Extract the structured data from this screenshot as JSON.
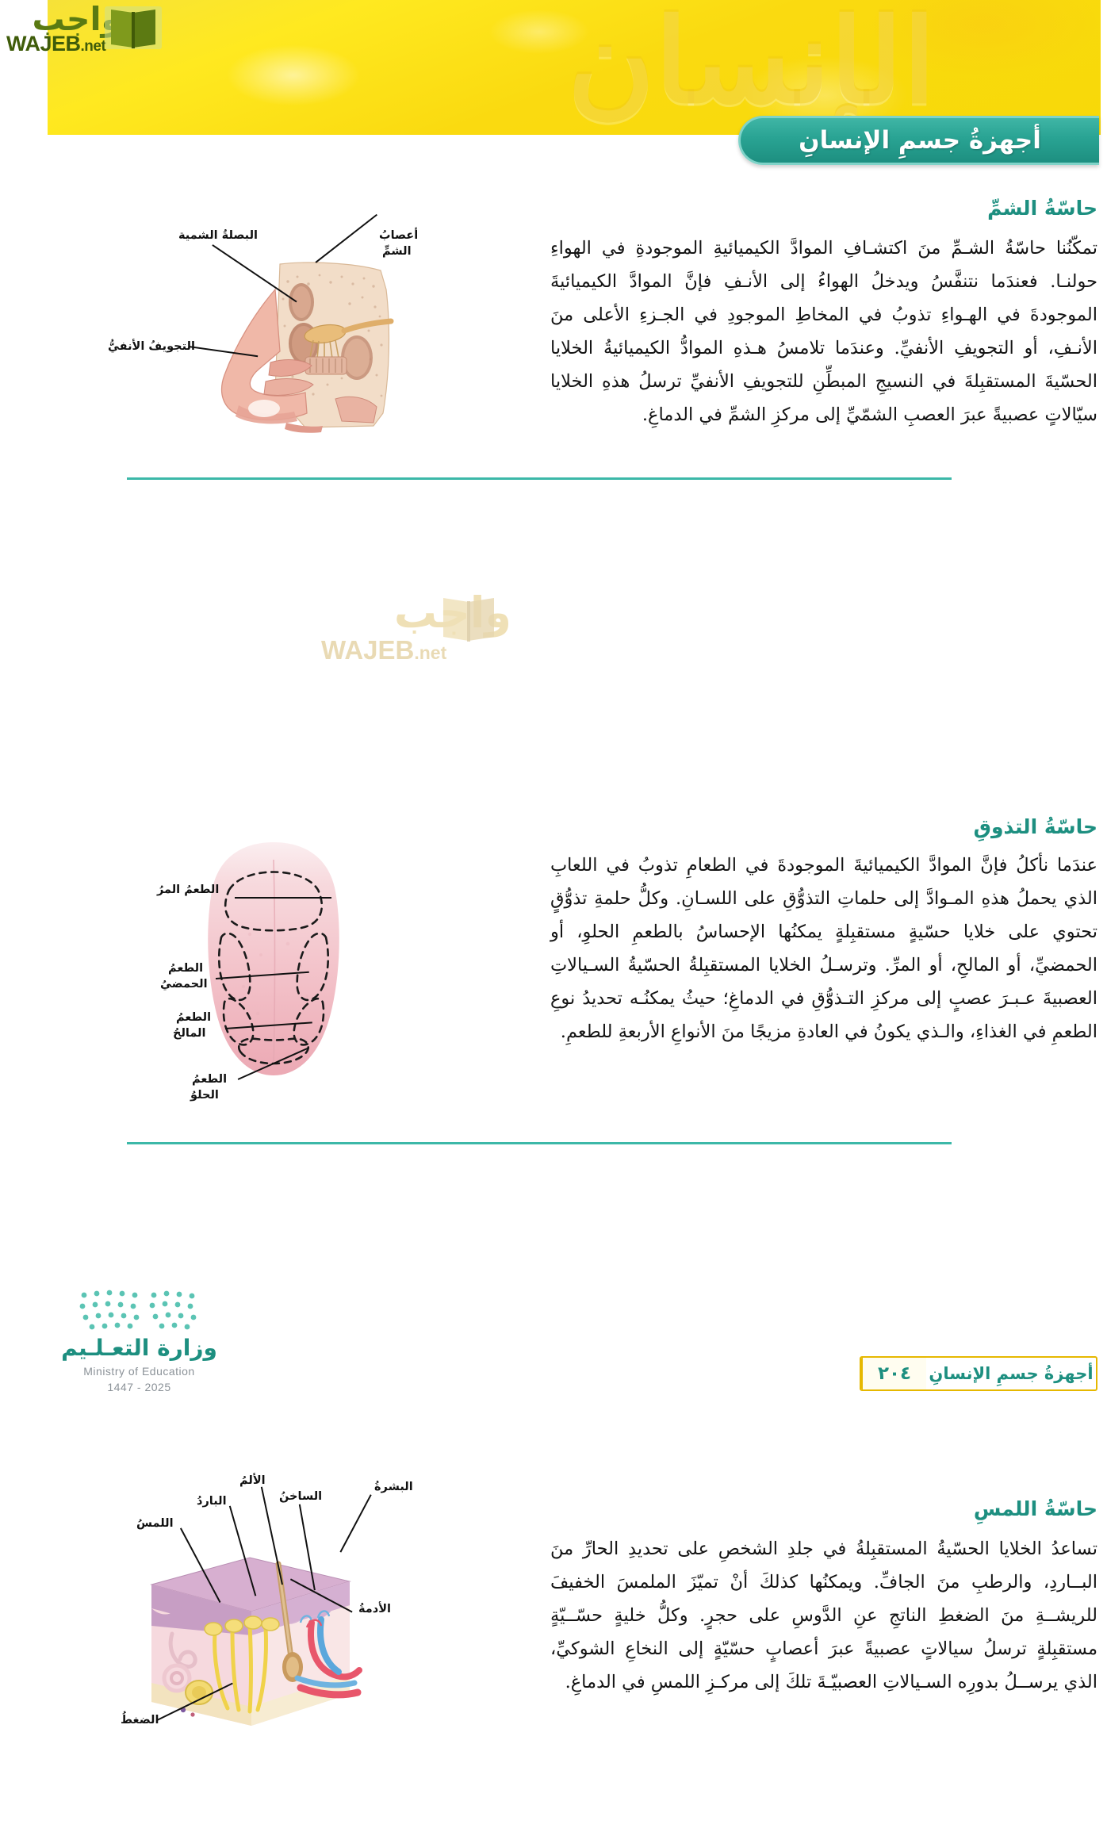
{
  "watermark": {
    "arabic": "واجب",
    "english": "WAJEB",
    "tld": ".net",
    "book_icon": "open-book-icon"
  },
  "header": {
    "title": "أجهزةُ جسمِ الإنسانِ",
    "banner_ghost_text": "الإنسان"
  },
  "sections": [
    {
      "id": "smell",
      "heading": "حاسّةُ الشمِّ",
      "body": "تمكّنُنا حاسّةُ الشـمِّ منَ اكتشـافِ الموادَّ الكيميائيةِ الموجودةِ في الهواءِ حولنـا. فعندَما نتنفَّسُ ويدخلُ الهواءُ إلى الأنـفِ فإنَّ الموادَّ الكيميائيةَ الموجودةَ في الهـواءِ تذوبُ في المخاطِ الموجودِ في الجـزءِ الأعلى منَ الأنـفِ، أو التجويفِ الأنفيِّ. وعندَما تلامسُ هـذهِ الموادُّ الكيميائيةُ الخلايا الحسّيةَ المستقبِلةَ في النسيجِ المبطِّنِ للتجويفِ الأنفيِّ ترسلُ هذهِ الخلايا سيّالاتٍ عصبيةً عبرَ العصبِ الشمّيِّ إلى مركزِ الشمِّ في الدماغِ.",
      "diagram_name": "nose-olfactory-diagram",
      "labels": [
        {
          "text": "البصلةُ الشمية",
          "name": "label-olfactory-bulb"
        },
        {
          "text_line1": "أعصابُ",
          "text_line2": "الشمِّ",
          "name": "label-olfactory-nerves"
        },
        {
          "text": "التجويفُ الأنفيُّ",
          "name": "label-nasal-cavity"
        }
      ]
    },
    {
      "id": "taste",
      "heading": "حاسّةُ التذوقِ",
      "body": "عندَما نأكلُ فإنَّ الموادَّ الكيميائيةَ الموجودةَ في الطعامِ تذوبُ في اللعابِ الذي يحملُ هذهِ المـوادَّ إلى حلماتِ التذوُّقِ على اللسـانِ. وكلُّ حلمةِ تذوُّقٍ تحتوي على خلايا حسّيةٍ مستقبِلةٍ يمكنُها الإحساسُ بالطعمِ الحلوِ، أو الحمضيِّ، أو المالحِ، أو المرِّ. وترسـلُ الخلايا المستقبِلةُ الحسّيةُ السـيالاتِ العصبيةَ عـبـرَ عصبٍ إلى مركزِ التـذوُّقِ في الدماغِ؛ حيثُ يمكنُـه تحديدُ نوعِ الطعمِ في الغذاءِ، والـذي يكونُ في العادةِ مزيجًا منَ الأنواعِ الأربعةِ للطعمِ.",
      "diagram_name": "tongue-taste-zones-diagram",
      "labels": [
        {
          "text": "الطعمُ المرُ",
          "name": "label-bitter-taste"
        },
        {
          "text_line1": "الطعمُ",
          "text_line2": "الحمضيُ",
          "name": "label-sour-taste"
        },
        {
          "text_line1": "الطعمُ",
          "text_line2": "المالحُ",
          "name": "label-salty-taste"
        },
        {
          "text_line1": "الطعمُ",
          "text_line2": "الحلوُ",
          "name": "label-sweet-taste"
        }
      ]
    },
    {
      "id": "touch",
      "heading": "حاسّةُ اللمسِ",
      "body": "تساعدُ الخلايا الحسّيةُ المستقبِلةُ في جلدِ الشخصِ على تحديدِ الحارِّ منَ البــاردِ، والرطبِ منَ الجافِّ. ويمكنُها كذلكَ أنْ تميّزَ الملمسَ الخفيفَ للريشــةِ منَ الضغطِ الناتجِ عنِ الدَّوسِ على حجرٍ. وكلُّ خليةٍ حسّــيّةٍ مستقبِلةٍ ترسلُ سيالاتٍ عصبيةً عبرَ أعصابٍ حسّيّةٍ إلى النخاعِ الشوكيِّ، الذي يرســلُ بدورِه السـيالاتِ العصبيّـةَ تلكَ إلى مركـزِ اللمسِ في الدماغِ.",
      "diagram_name": "skin-touch-receptors-diagram",
      "labels": [
        {
          "text": "اللمسُ",
          "name": "label-touch"
        },
        {
          "text": "الباردُ",
          "name": "label-cold"
        },
        {
          "text": "الألمُ",
          "name": "label-pain"
        },
        {
          "text": "الساخنُ",
          "name": "label-hot"
        },
        {
          "text": "البشرةُ",
          "name": "label-epidermis"
        },
        {
          "text": "الأدمةُ",
          "name": "label-dermis"
        },
        {
          "text": "الضغطُ",
          "name": "label-pressure"
        }
      ]
    }
  ],
  "footer": {
    "chapter_label": "أجهزةُ جسمِ الإنسانِ",
    "page_number": "٢٠٤",
    "ministry_arabic": "وزارة التعـلـيم",
    "ministry_english": "Ministry of Education",
    "year": "2025 - 1447"
  },
  "colors": {
    "teal": "#1d8f80",
    "teal_light": "#3cb8a8",
    "banner_yellow": "#fada10",
    "gold_border": "#e6b800",
    "olive": "#5a7a12"
  }
}
